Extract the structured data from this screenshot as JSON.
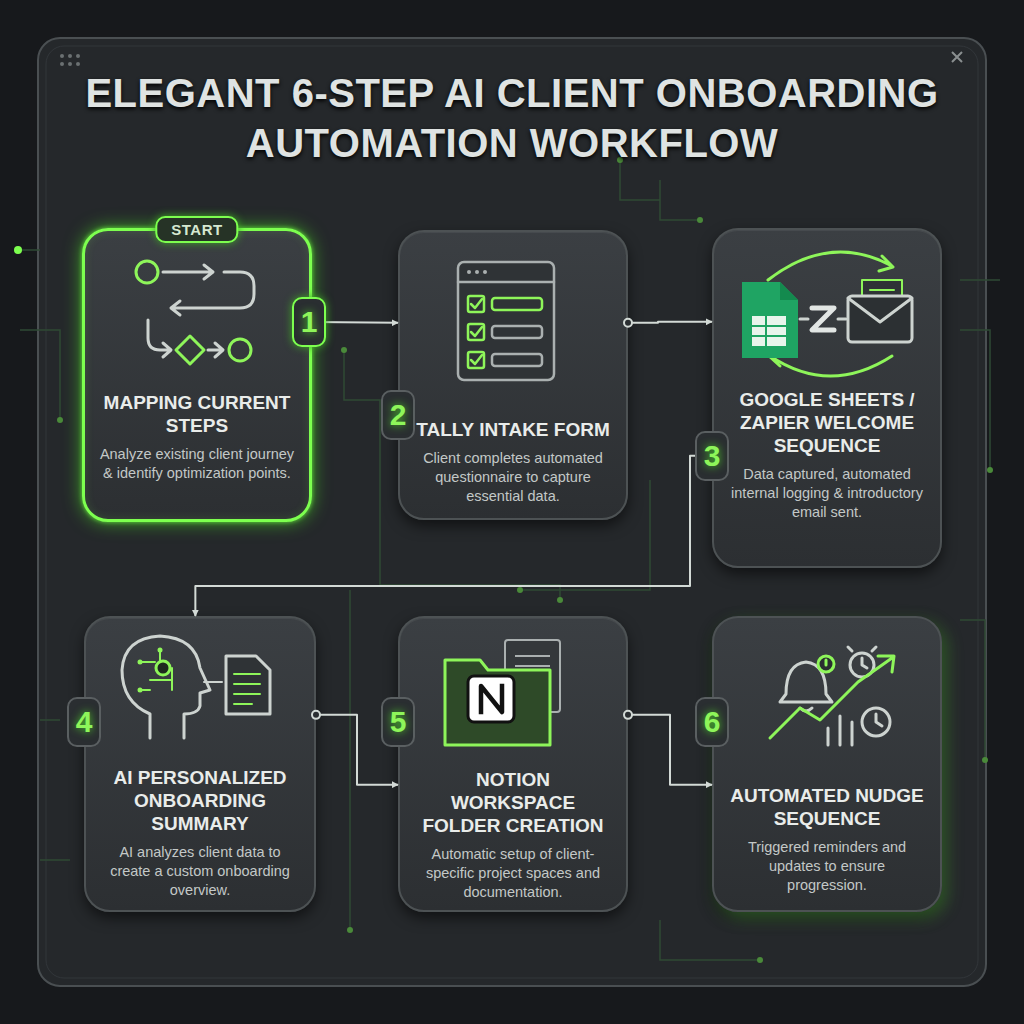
{
  "diagram": {
    "title": "ELEGANT 6-STEP AI CLIENT ONBOARDING AUTOMATION WORKFLOW",
    "nodes": [
      {
        "text": [
          "START",
          "MAPPING CURRENT STEPS",
          "Analyze existing client journey & identify optimization points."
        ]
      },
      {
        "text": [
          "TALLY INTAKE FORM",
          "Client completes automated questionnaire to capture essential data."
        ]
      },
      {
        "text": [
          "GOOGLE SHEETS / ZAPIER WELCOME SEQUENCE",
          "Data captured, automated internal logging & introductory email sent."
        ]
      },
      {
        "text": [
          "AI PERSONALIZED ONBOARDING SUMMARY",
          "AI analyzes client data to create a custom onboarding overview."
        ]
      },
      {
        "text": [
          "NOTION WORKSPACE FOLDER CREATION",
          "Automatic setup of client-specific project spaces and documentation."
        ]
      },
      {
        "text": [
          "AUTOMATED NUDGE SEQUENCE",
          "Triggered reminders and updates to ensure progression."
        ]
      }
    ],
    "edges": [
      {
        "from": 0,
        "to": 1,
        "arrow": "to"
      },
      {
        "from": 1,
        "to": 2,
        "arrow": "to"
      },
      {
        "from": 2,
        "to": 3,
        "arrow": "to"
      },
      {
        "from": 3,
        "to": 4,
        "arrow": "to"
      },
      {
        "from": 4,
        "to": 5,
        "arrow": "to"
      }
    ],
    "labels": [
      "1",
      "2",
      "3",
      "4",
      "5",
      "6"
    ]
  }
}
